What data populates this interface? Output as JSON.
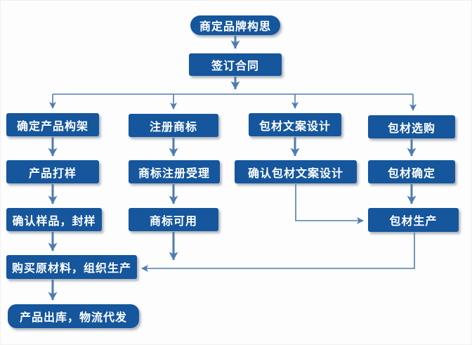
{
  "diagram": {
    "type": "flowchart",
    "colors": {
      "box": "#15569D",
      "box_text": "#ffffff",
      "arrow": "#4E7CB2",
      "background": "#fdfdfd"
    },
    "nodes": {
      "brand_idea": {
        "label": "商定品牌构思",
        "shape": "pill"
      },
      "sign_contract": {
        "label": "签订合同",
        "shape": "rect"
      },
      "product_framework": {
        "label": "确定产品构架",
        "shape": "rect"
      },
      "product_sample": {
        "label": "产品打样",
        "shape": "rect"
      },
      "confirm_sample": {
        "label": "确认样品，封样",
        "shape": "rect"
      },
      "buy_materials": {
        "label": "购买原材料，组织生产",
        "shape": "rect"
      },
      "product_shipping": {
        "label": "产品出库，物流代发",
        "shape": "pill"
      },
      "register_trademark": {
        "label": "注册商标",
        "shape": "rect"
      },
      "trademark_acceptance": {
        "label": "商标注册受理",
        "shape": "rect"
      },
      "trademark_usable": {
        "label": "商标可用",
        "shape": "rect"
      },
      "package_copy_design": {
        "label": "包材文案设计",
        "shape": "rect"
      },
      "confirm_package_copy_design": {
        "label": "确认包材文案设计",
        "shape": "rect"
      },
      "package_purchase": {
        "label": "包材选购",
        "shape": "rect"
      },
      "package_confirm": {
        "label": "包材确定",
        "shape": "rect"
      },
      "package_production": {
        "label": "包材生产",
        "shape": "rect"
      }
    },
    "edges": [
      "brand_idea -> sign_contract",
      "sign_contract -> product_framework",
      "sign_contract -> register_trademark",
      "sign_contract -> package_copy_design",
      "sign_contract -> package_purchase",
      "product_framework -> product_sample",
      "product_sample -> confirm_sample",
      "confirm_sample -> buy_materials",
      "buy_materials -> product_shipping",
      "register_trademark -> trademark_acceptance",
      "trademark_acceptance -> trademark_usable",
      "trademark_usable -> buy_materials",
      "package_copy_design -> confirm_package_copy_design",
      "confirm_package_copy_design -> package_production",
      "package_purchase -> package_confirm",
      "package_confirm -> package_production",
      "package_production -> buy_materials"
    ]
  }
}
